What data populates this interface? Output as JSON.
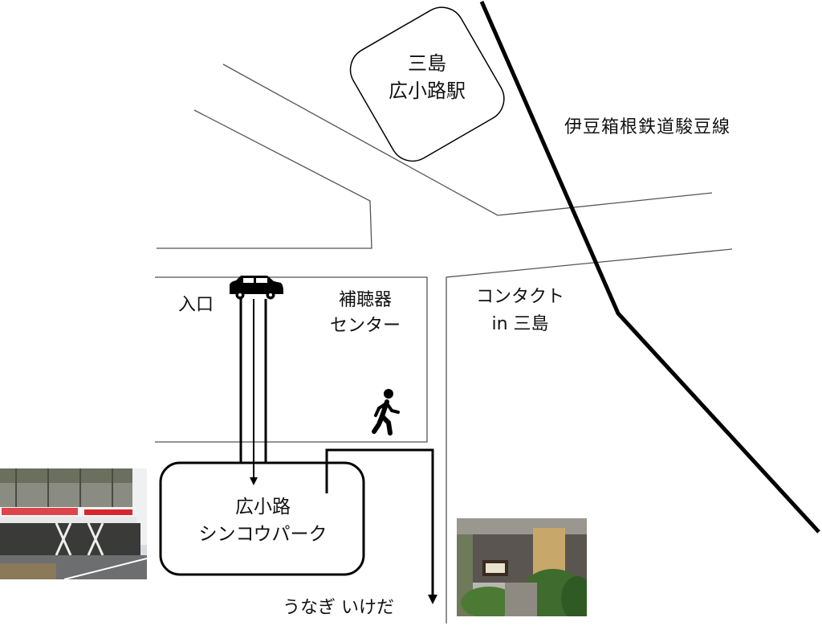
{
  "map": {
    "station": {
      "line1": "三島",
      "line2": "広小路駅"
    },
    "railway": {
      "label": "伊豆箱根鉄道駿豆線"
    },
    "entrance": {
      "label": "入口"
    },
    "hearing_center": {
      "line1": "補聴器",
      "line2": "センター"
    },
    "contact": {
      "line1": "コンタクト",
      "line2": "in 三島"
    },
    "parking": {
      "line1": "広小路",
      "line2": "シンコウパーク"
    },
    "restaurant": {
      "label": "うなぎ いけだ"
    }
  },
  "icons": {
    "car": "car-icon",
    "pedestrian": "pedestrian-icon"
  },
  "colors": {
    "line": "#000000",
    "road": "#555555",
    "background": "#ffffff",
    "parking_banner": "#d8262e"
  }
}
